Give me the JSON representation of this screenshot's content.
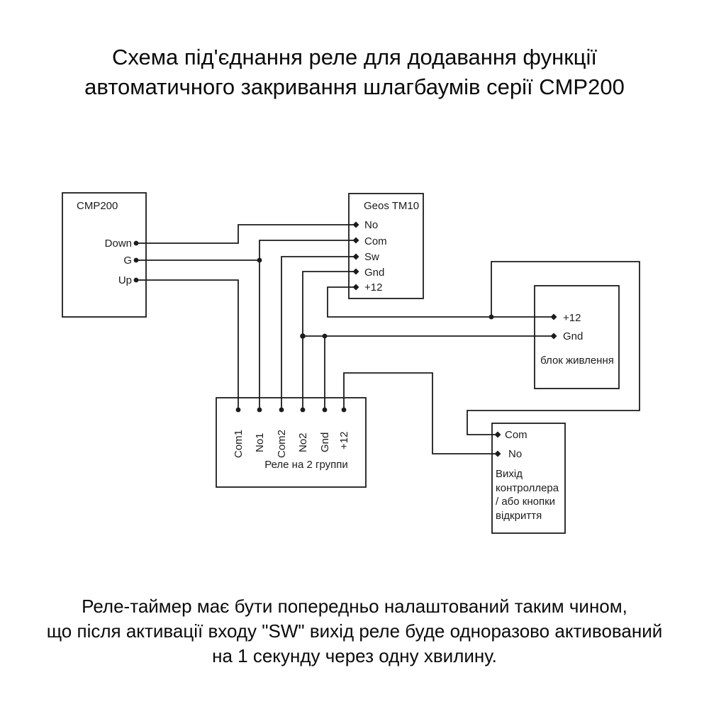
{
  "title": {
    "line1": "Схема під'єднання реле для додавання функції",
    "line2": "автоматичного закривання шлагбаумів серії CMP200"
  },
  "footer": {
    "line1": "Реле-таймер має бути попередньо налаштований таким чином,",
    "line2": "що після активації входу \"SW\" вихід реле буде одноразово активований",
    "line3": "на 1 секунду через одну хвилину."
  },
  "diagram": {
    "cmp200": {
      "title": "CMP200",
      "pins": [
        "Down",
        "G",
        "Up"
      ]
    },
    "geos": {
      "title": "Geos TM10",
      "pins": [
        "No",
        "Com",
        "Sw",
        "Gnd",
        "+12"
      ]
    },
    "power": {
      "label": "блок живлення",
      "pins": [
        "+12",
        "Gnd"
      ]
    },
    "relay": {
      "label": "Реле на 2 группи",
      "pins": [
        "Com1",
        "No1",
        "Com2",
        "No2",
        "Gnd",
        "+12"
      ]
    },
    "controller": {
      "pins": [
        "Com",
        "No"
      ],
      "label_lines": [
        "Вихід",
        "контроллера",
        "/ або кнопки",
        "відкриття"
      ]
    },
    "colors": {
      "line": "#1c1c1c",
      "text": "#0a0a0a",
      "background": "#ffffff"
    }
  }
}
